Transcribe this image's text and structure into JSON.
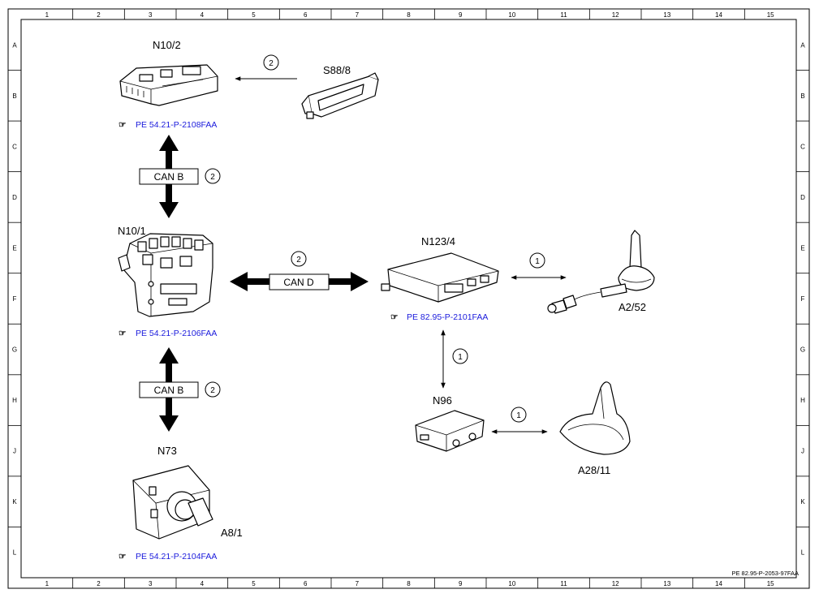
{
  "frame": {
    "columns": [
      "1",
      "2",
      "3",
      "4",
      "5",
      "6",
      "7",
      "8",
      "9",
      "10",
      "11",
      "12",
      "13",
      "14",
      "15"
    ],
    "rows": [
      "A",
      "B",
      "C",
      "D",
      "E",
      "F",
      "G",
      "H",
      "J",
      "K",
      "L"
    ]
  },
  "components": {
    "n10_2": "N10/2",
    "s88_8": "S88/8",
    "n10_1": "N10/1",
    "n123_4": "N123/4",
    "a2_52": "A2/52",
    "n96": "N96",
    "a28_11": "A28/11",
    "n73": "N73",
    "a8_1": "A8/1"
  },
  "references": {
    "n10_2": "PE 54.21-P-2108FAA",
    "n10_1": "PE 54.21-P-2106FAA",
    "n123_4": "PE 82.95-P-2101FAA",
    "n73": "PE 54.21-P-2104FAA"
  },
  "buses": {
    "can_b_upper": "CAN B",
    "can_b_lower": "CAN B",
    "can_d": "CAN D"
  },
  "connections": {
    "s88_to_n10_2": "2",
    "can_b_upper": "2",
    "can_d": "2",
    "n123_to_a2": "1",
    "n123_to_n96": "1",
    "can_b_lower": "2",
    "n96_to_a28": "1"
  },
  "document_id": "PE 82.95-P-2053-97FAA"
}
